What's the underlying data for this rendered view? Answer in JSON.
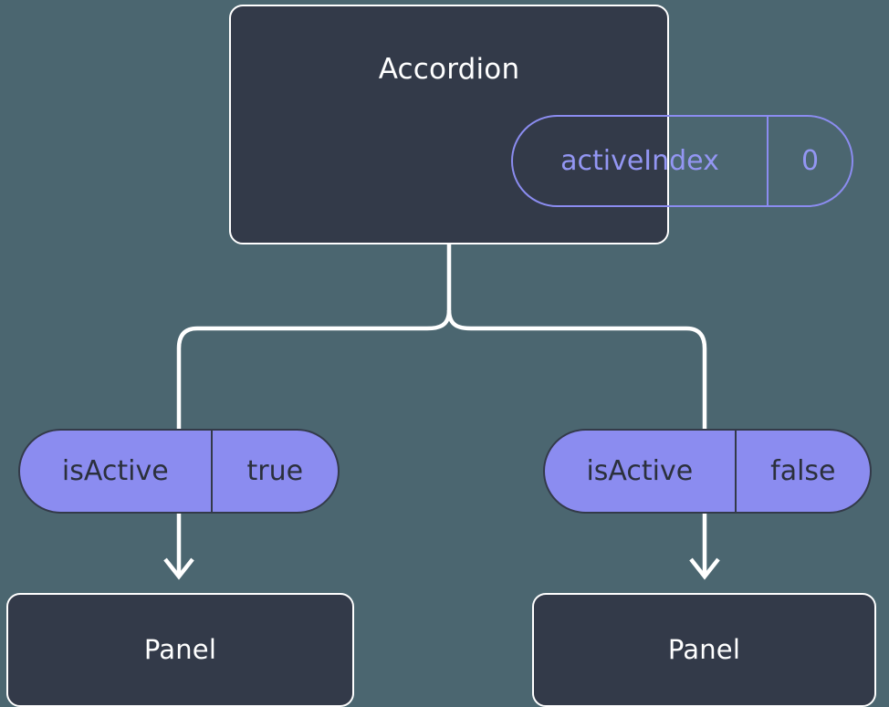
{
  "diagram": {
    "type": "component-state-flow",
    "background_color": "#4b6670",
    "node_fill_color": "#333a49",
    "node_stroke_color": "#ffffff",
    "accent_color": "#8b8cf0",
    "connector_color": "#ffffff"
  },
  "root": {
    "title": "Accordion",
    "state_pill": {
      "key": "activeIndex",
      "value": "0"
    }
  },
  "branches": [
    {
      "prop_pill": {
        "key": "isActive",
        "value": "true"
      },
      "child": {
        "title": "Panel"
      }
    },
    {
      "prop_pill": {
        "key": "isActive",
        "value": "false"
      },
      "child": {
        "title": "Panel"
      }
    }
  ]
}
